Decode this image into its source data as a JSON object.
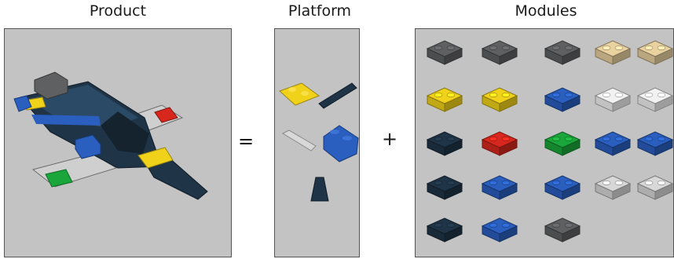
{
  "headings": {
    "product": "Product",
    "platform": "Platform",
    "modules": "Modules"
  },
  "operators": {
    "equals": "=",
    "plus": "+"
  },
  "colors": {
    "panel_bg": "#c3c3c3",
    "dark_navy": "#1f3447",
    "yellow": "#f1d21a",
    "blue": "#2a5fc0",
    "red": "#d8281e",
    "green": "#1aa63a",
    "dark_gray": "#5f6062",
    "light_gray": "#d8d8d8",
    "tan": "#e9d1a0",
    "white": "#f2f2f2"
  },
  "platform_parts": [
    {
      "name": "yellow-plate",
      "color": "yellow"
    },
    {
      "name": "navy-long-plate",
      "color": "dark_navy"
    },
    {
      "name": "white-bar",
      "color": "light_gray"
    },
    {
      "name": "blue-brick",
      "color": "blue"
    },
    {
      "name": "navy-cone",
      "color": "dark_navy"
    }
  ],
  "module_grid": [
    [
      "dark_gray",
      "dark_gray",
      "dark_gray",
      "tan",
      "tan"
    ],
    [
      "yellow",
      "yellow",
      "blue",
      "white",
      "white"
    ],
    [
      "dark_navy",
      "red",
      "green",
      "blue",
      "blue"
    ],
    [
      "dark_navy",
      "blue",
      "blue",
      "light_gray",
      "light_gray"
    ],
    [
      "dark_navy",
      "blue",
      "dark_gray"
    ]
  ]
}
